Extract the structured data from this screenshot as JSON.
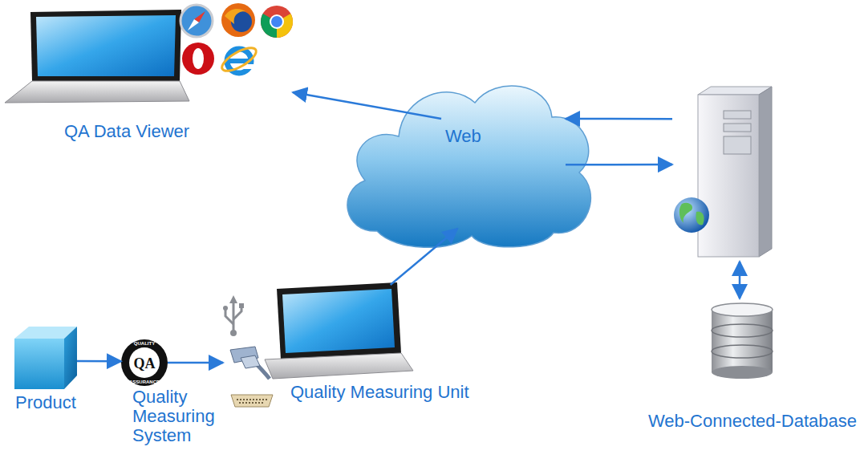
{
  "diagram": {
    "nodes": [
      {
        "text": [
          "QA Data Viewer"
        ]
      },
      {
        "text": [
          "Web"
        ]
      },
      {
        "text": [
          "Web-Connected-Database"
        ]
      },
      {
        "text": [
          "Product"
        ]
      },
      {
        "text": [
          "Quality Measuring System"
        ]
      },
      {
        "text": [
          "Quality Measuring Unit"
        ]
      }
    ],
    "edges": [
      {
        "from": 3,
        "to": 4,
        "arrow": "to"
      },
      {
        "from": 4,
        "to": 5,
        "arrow": "to"
      },
      {
        "from": 5,
        "to": 1,
        "arrow": "to"
      },
      {
        "from": 1,
        "to": 0,
        "arrow": "to"
      },
      {
        "from": 1,
        "to": 2,
        "arrow": "to"
      },
      {
        "from": 2,
        "to": 1,
        "arrow": "to"
      }
    ],
    "labels": [
      "QUALITY",
      "QA",
      "ASSURANCE"
    ]
  }
}
